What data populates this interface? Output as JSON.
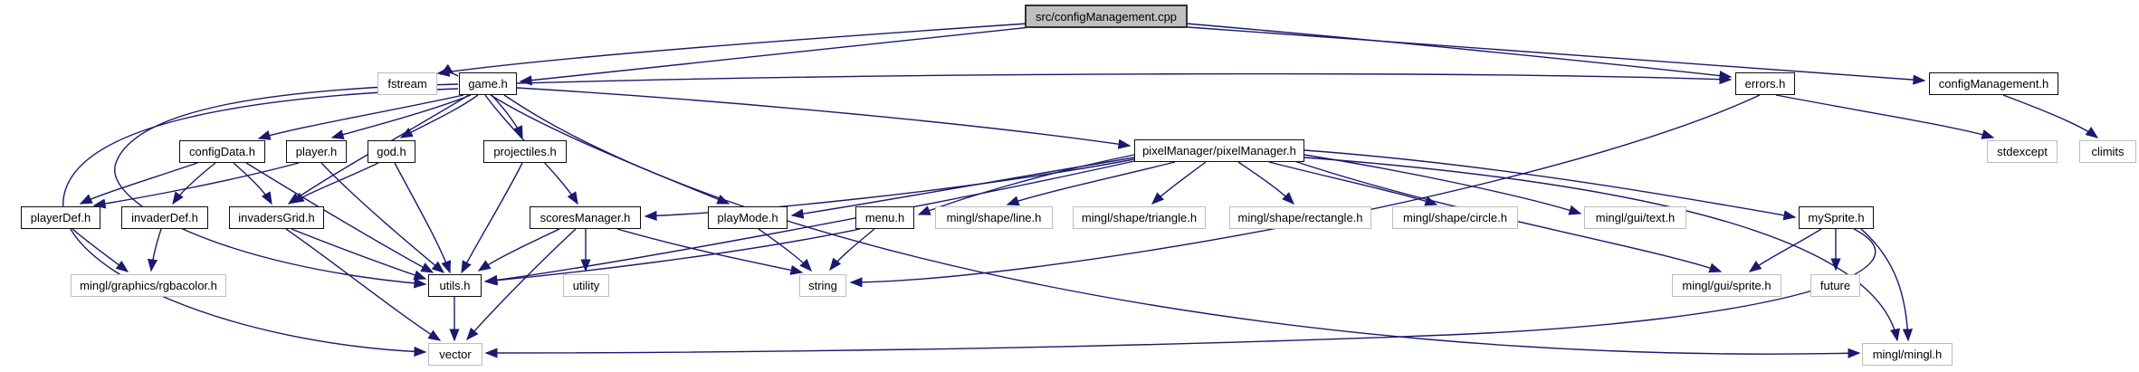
{
  "diagram": {
    "type": "include-dependency-graph",
    "tool_style": "doxygen-include-graph",
    "edge_color": "#191970",
    "root_fill": "#bfbfbf",
    "internal_node_border": "#0d0d0d",
    "external_node_border": "#bdbdbd",
    "nodes": [
      {
        "id": "root",
        "label": "src/configManagement.cpp",
        "kind": "root"
      },
      {
        "id": "fstream",
        "label": "fstream",
        "kind": "external"
      },
      {
        "id": "game",
        "label": "game.h",
        "kind": "internal"
      },
      {
        "id": "errors",
        "label": "errors.h",
        "kind": "internal"
      },
      {
        "id": "configmgmt",
        "label": "configManagement.h",
        "kind": "internal"
      },
      {
        "id": "configdata",
        "label": "configData.h",
        "kind": "internal"
      },
      {
        "id": "player",
        "label": "player.h",
        "kind": "internal"
      },
      {
        "id": "god",
        "label": "god.h",
        "kind": "internal"
      },
      {
        "id": "projectiles",
        "label": "projectiles.h",
        "kind": "internal"
      },
      {
        "id": "pixelmanager",
        "label": "pixelManager/pixelManager.h",
        "kind": "internal"
      },
      {
        "id": "stdexcept",
        "label": "stdexcept",
        "kind": "external"
      },
      {
        "id": "climits",
        "label": "climits",
        "kind": "external"
      },
      {
        "id": "playerdef",
        "label": "playerDef.h",
        "kind": "internal"
      },
      {
        "id": "invaderdef",
        "label": "invaderDef.h",
        "kind": "internal"
      },
      {
        "id": "invadersgrid",
        "label": "invadersGrid.h",
        "kind": "internal"
      },
      {
        "id": "scoresmanager",
        "label": "scoresManager.h",
        "kind": "internal"
      },
      {
        "id": "playmode",
        "label": "playMode.h",
        "kind": "internal"
      },
      {
        "id": "menu",
        "label": "menu.h",
        "kind": "internal"
      },
      {
        "id": "shapeline",
        "label": "mingl/shape/line.h",
        "kind": "external"
      },
      {
        "id": "shapetriangle",
        "label": "mingl/shape/triangle.h",
        "kind": "external"
      },
      {
        "id": "shaperect",
        "label": "mingl/shape/rectangle.h",
        "kind": "external"
      },
      {
        "id": "shapecircle",
        "label": "mingl/shape/circle.h",
        "kind": "external"
      },
      {
        "id": "guitext",
        "label": "mingl/gui/text.h",
        "kind": "external"
      },
      {
        "id": "mysprite",
        "label": "mySprite.h",
        "kind": "internal"
      },
      {
        "id": "rgbacolor",
        "label": "mingl/graphics/rgbacolor.h",
        "kind": "external"
      },
      {
        "id": "utils",
        "label": "utils.h",
        "kind": "internal"
      },
      {
        "id": "utility",
        "label": "utility",
        "kind": "external"
      },
      {
        "id": "string",
        "label": "string",
        "kind": "external"
      },
      {
        "id": "guisprite",
        "label": "mingl/gui/sprite.h",
        "kind": "external"
      },
      {
        "id": "future",
        "label": "future",
        "kind": "external"
      },
      {
        "id": "vector",
        "label": "vector",
        "kind": "external"
      },
      {
        "id": "minglmingl",
        "label": "mingl/mingl.h",
        "kind": "external"
      }
    ],
    "edges": [
      {
        "from": "src/configManagement.cpp",
        "to": "fstream"
      },
      {
        "from": "src/configManagement.cpp",
        "to": "game.h"
      },
      {
        "from": "src/configManagement.cpp",
        "to": "errors.h"
      },
      {
        "from": "src/configManagement.cpp",
        "to": "configManagement.h"
      },
      {
        "from": "game.h",
        "to": "fstream"
      },
      {
        "from": "game.h",
        "to": "configData.h"
      },
      {
        "from": "game.h",
        "to": "player.h"
      },
      {
        "from": "game.h",
        "to": "god.h"
      },
      {
        "from": "game.h",
        "to": "projectiles.h"
      },
      {
        "from": "game.h",
        "to": "pixelManager/pixelManager.h"
      },
      {
        "from": "game.h",
        "to": "playMode.h"
      },
      {
        "from": "game.h",
        "to": "scoresManager.h"
      },
      {
        "from": "game.h",
        "to": "invadersGrid.h"
      },
      {
        "from": "game.h",
        "to": "utils.h"
      },
      {
        "from": "game.h",
        "to": "vector"
      },
      {
        "from": "game.h",
        "to": "errors.h"
      },
      {
        "from": "game.h",
        "to": "mingl/mingl.h"
      },
      {
        "from": "configData.h",
        "to": "playerDef.h"
      },
      {
        "from": "configData.h",
        "to": "invaderDef.h"
      },
      {
        "from": "configData.h",
        "to": "invadersGrid.h"
      },
      {
        "from": "configData.h",
        "to": "utils.h"
      },
      {
        "from": "player.h",
        "to": "playerDef.h"
      },
      {
        "from": "player.h",
        "to": "utils.h"
      },
      {
        "from": "god.h",
        "to": "invadersGrid.h"
      },
      {
        "from": "god.h",
        "to": "utils.h"
      },
      {
        "from": "projectiles.h",
        "to": "utils.h"
      },
      {
        "from": "invadersGrid.h",
        "to": "utils.h"
      },
      {
        "from": "invadersGrid.h",
        "to": "vector"
      },
      {
        "from": "scoresManager.h",
        "to": "utility"
      },
      {
        "from": "scoresManager.h",
        "to": "string"
      },
      {
        "from": "scoresManager.h",
        "to": "utils.h"
      },
      {
        "from": "scoresManager.h",
        "to": "vector"
      },
      {
        "from": "playMode.h",
        "to": "string"
      },
      {
        "from": "menu.h",
        "to": "string"
      },
      {
        "from": "menu.h",
        "to": "utils.h"
      },
      {
        "from": "errors.h",
        "to": "stdexcept"
      },
      {
        "from": "errors.h",
        "to": "string"
      },
      {
        "from": "configManagement.h",
        "to": "climits"
      },
      {
        "from": "pixelManager/pixelManager.h",
        "to": "mingl/shape/line.h"
      },
      {
        "from": "pixelManager/pixelManager.h",
        "to": "mingl/shape/triangle.h"
      },
      {
        "from": "pixelManager/pixelManager.h",
        "to": "mingl/shape/rectangle.h"
      },
      {
        "from": "pixelManager/pixelManager.h",
        "to": "mingl/shape/circle.h"
      },
      {
        "from": "pixelManager/pixelManager.h",
        "to": "mingl/gui/text.h"
      },
      {
        "from": "pixelManager/pixelManager.h",
        "to": "mySprite.h"
      },
      {
        "from": "pixelManager/pixelManager.h",
        "to": "menu.h"
      },
      {
        "from": "pixelManager/pixelManager.h",
        "to": "playMode.h"
      },
      {
        "from": "pixelManager/pixelManager.h",
        "to": "scoresManager.h"
      },
      {
        "from": "pixelManager/pixelManager.h",
        "to": "utils.h"
      },
      {
        "from": "pixelManager/pixelManager.h",
        "to": "mingl/gui/sprite.h"
      },
      {
        "from": "pixelManager/pixelManager.h",
        "to": "mingl/mingl.h"
      },
      {
        "from": "mySprite.h",
        "to": "mingl/gui/sprite.h"
      },
      {
        "from": "mySprite.h",
        "to": "future"
      },
      {
        "from": "mySprite.h",
        "to": "vector"
      },
      {
        "from": "mySprite.h",
        "to": "mingl/mingl.h"
      },
      {
        "from": "utils.h",
        "to": "vector"
      },
      {
        "from": "playerDef.h",
        "to": "mingl/graphics/rgbacolor.h"
      },
      {
        "from": "invaderDef.h",
        "to": "mingl/graphics/rgbacolor.h"
      }
    ]
  }
}
